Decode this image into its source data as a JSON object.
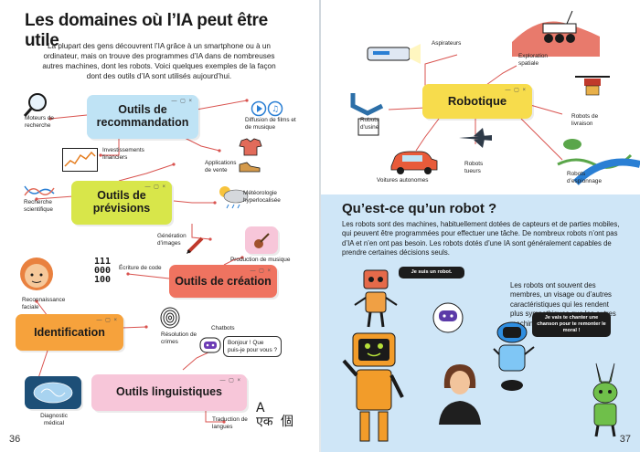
{
  "left_page": {
    "title": "Les domaines où l’IA peut être utile",
    "intro": "La plupart des gens découvrent l’IA grâce à un smartphone ou à un ordinateur, mais on trouve des programmes d’IA dans de nombreuses autres machines, dont les robots. Voici quelques exemples de la façon dont des outils d’IA sont utilisés aujourd’hui.",
    "page_number": "36",
    "boxes": {
      "recommendation": "Outils de recommandation",
      "forecast": "Outils de prévisions",
      "creation": "Outils de création",
      "identification": "Identification",
      "language": "Outils linguistiques"
    },
    "labels": {
      "search_engines": "Moteurs de recherche",
      "streaming": "Diffusion de films et de musique",
      "financial": "Investissements financiers",
      "sales_apps": "Applications de vente",
      "scientific": "Recherche scientifique",
      "weather": "Météorologie hyperlocalisée",
      "image_gen": "Génération d’images",
      "music_prod": "Production de musique",
      "code_writing": "Écriture de code",
      "face_recognition": "Reconnaissance faciale",
      "crime_solving": "Résolution de crimes",
      "chatbots": "Chatbots",
      "chat_text": "Bonjour ! Que puis-je pour vous ?",
      "medical": "Diagnostic médical",
      "translation": "Traduction de langues",
      "binary_code": [
        "111",
        "000",
        "100"
      ],
      "script_chars": [
        "A",
        "एक",
        "個"
      ]
    }
  },
  "right_page": {
    "page_number": "37",
    "robotics_box": "Robotique",
    "labels": {
      "vacuums": "Aspirateurs",
      "space": "Exploration spatiale",
      "factory": "Robots d’usine",
      "delivery": "Robots de livraison",
      "cars": "Voitures autonomes",
      "killer": "Robots tueurs",
      "spy": "Robots d’espionnage"
    },
    "section_title": "Qu’est-ce qu’un robot ?",
    "section_text": "Les robots sont des machines, habituellement dotées de capteurs et de parties mobiles, qui peuvent être programmées pour effectuer une tâche. De nombreux robots n’ont pas d’IA et n’en ont pas besoin. Les robots dotés d’une IA sont généralement capables de prendre certaines décisions seuls.",
    "side_text": "Les robots ont souvent des membres, un visage ou d’autres caractéristiques qui les rendent plus sympathiques que les autres machines.",
    "speech_robot": "Je suis un robot.",
    "speech_song": "Je vais te chanter une chanson pour te remonter le moral !"
  },
  "colors": {
    "recommendation": "#bfe3f5",
    "forecast": "#d8e64a",
    "creation": "#ef7360",
    "identification": "#f6a23c",
    "language": "#f7c6d9",
    "robotics": "#f7dc4c",
    "blue_band": "#cfe6f7"
  }
}
